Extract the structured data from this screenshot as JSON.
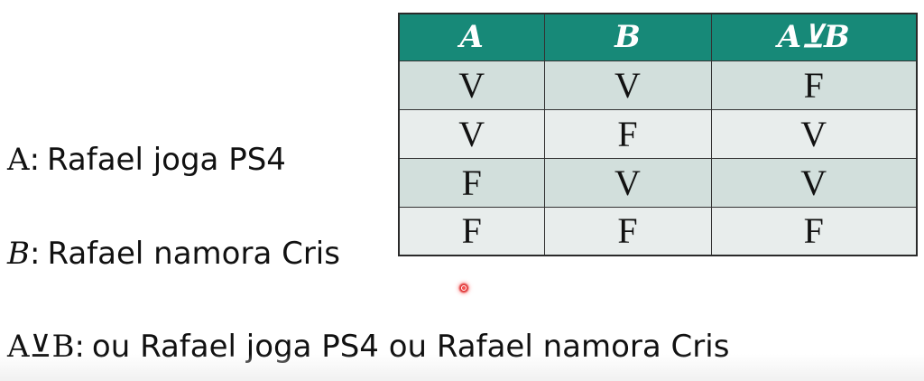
{
  "table": {
    "headers": [
      "A",
      "B",
      "A⊻B"
    ],
    "rows": [
      [
        "V",
        "V",
        "F"
      ],
      [
        "V",
        "F",
        "V"
      ],
      [
        "F",
        "V",
        "V"
      ],
      [
        "F",
        "F",
        "F"
      ]
    ]
  },
  "definitions": {
    "a": {
      "symbol": "A",
      "colon": ":",
      "text": "Rafael joga PS4"
    },
    "b": {
      "symbol": "B",
      "colon": ":",
      "text": "Rafael namora Cris"
    },
    "or": {
      "symbol": "A⊻B",
      "colon": ":",
      "text": "ou Rafael joga PS4 ou Rafael namora Cris"
    }
  },
  "colors": {
    "header_bg": "#178978",
    "row_dark": "#d2dfdc",
    "row_light": "#e8edec",
    "pointer": "#e03434"
  },
  "icons": {
    "pointer": "laser-pointer-icon"
  }
}
